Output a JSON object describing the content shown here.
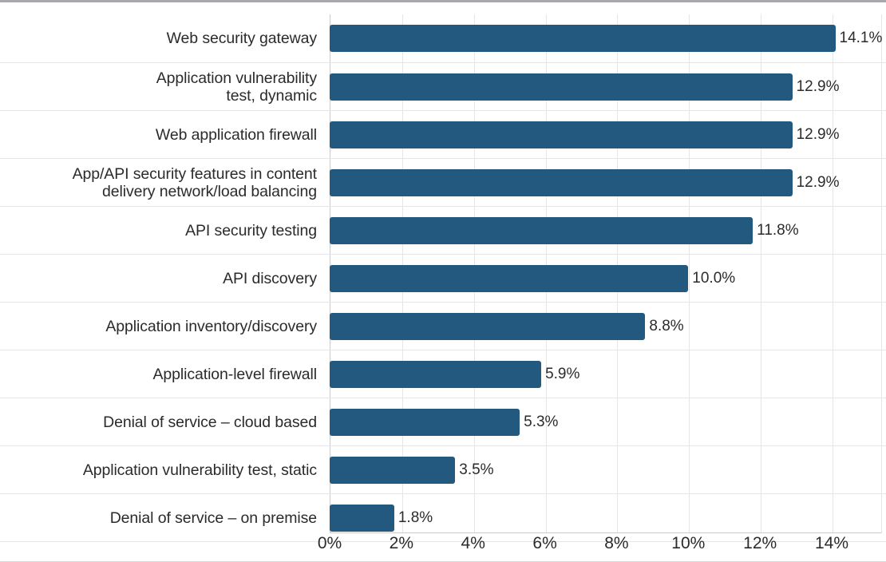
{
  "chart_data": {
    "type": "bar",
    "orientation": "horizontal",
    "title": "",
    "subtitle": "",
    "xlabel": "",
    "ylabel": "",
    "xlim": [
      0,
      15.4
    ],
    "grid": "vertical",
    "legend": "none",
    "bar_color": "#23587f",
    "text_color": "#2b2b2b",
    "gridline_color": "#e6e6e9",
    "axis_color": "#c9c9cf",
    "categories": [
      "Web security gateway",
      "Application vulnerability\ntest, dynamic",
      "Web application firewall",
      "App/API security features in content\ndelivery network/load balancing",
      "API security testing",
      "API discovery",
      "Application inventory/discovery",
      "Application-level firewall",
      "Denial of service – cloud based",
      "Application vulnerability test, static",
      "Denial of service – on premise"
    ],
    "values": [
      14.1,
      12.9,
      12.9,
      12.9,
      11.8,
      10.0,
      8.8,
      5.9,
      5.3,
      3.5,
      1.8
    ],
    "value_labels": [
      "14.1%",
      "12.9%",
      "12.9%",
      "12.9%",
      "11.8%",
      "10.0%",
      "8.8%",
      "5.9%",
      "5.3%",
      "3.5%",
      "1.8%"
    ],
    "xticks": [
      0,
      2,
      4,
      6,
      8,
      10,
      12,
      14
    ],
    "xticklabels": [
      "0%",
      "2%",
      "4%",
      "6%",
      "8%",
      "10%",
      "12%",
      "14%"
    ]
  }
}
